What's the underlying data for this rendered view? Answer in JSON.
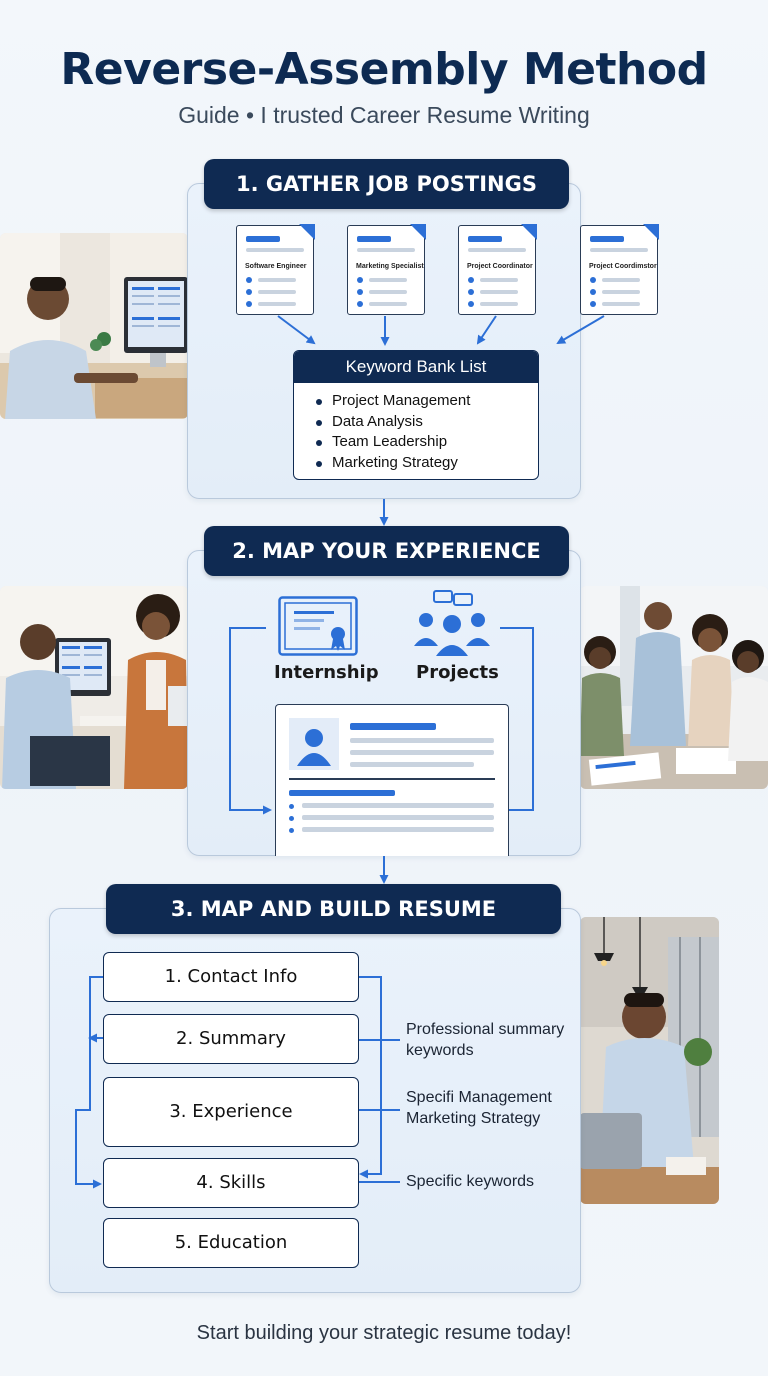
{
  "header": {
    "title": "Reverse-Assembly Method",
    "subtitle": "Guide • I trusted Career Resume Writing"
  },
  "step1": {
    "banner": "1. GATHER JOB POSTINGS",
    "postings": [
      "Software Engineer",
      "Marketing Specialist",
      "Project Coordinator",
      "Project Coordimstor"
    ],
    "keyword_bank": {
      "title": "Keyword Bank List",
      "items": [
        "Project Management",
        "Data Analysis",
        "Team Leadership",
        "Marketing Strategy"
      ]
    }
  },
  "step2": {
    "banner": "2. MAP YOUR EXPERIENCE",
    "sources": [
      "Internship",
      "Projects"
    ]
  },
  "step3": {
    "banner": "3. MAP AND BUILD RESUME",
    "sections": [
      "1. Contact Info",
      "2. Summary",
      "3. Experience",
      "4. Skills",
      "5. Education"
    ],
    "notes": {
      "summary": "Professional summary keywords",
      "experience": "Specifi Management Marketing Strategy",
      "skills": "Specific keywords"
    }
  },
  "footer": "Start building your strategic resume today!",
  "colors": {
    "navy": "#0f2a52",
    "accent_blue": "#2c6fd6",
    "panel": "#e6eff9"
  },
  "icons": [
    "document-icon",
    "certificate-icon",
    "team-icon",
    "resume-icon",
    "person-icon",
    "arrow-icon"
  ]
}
